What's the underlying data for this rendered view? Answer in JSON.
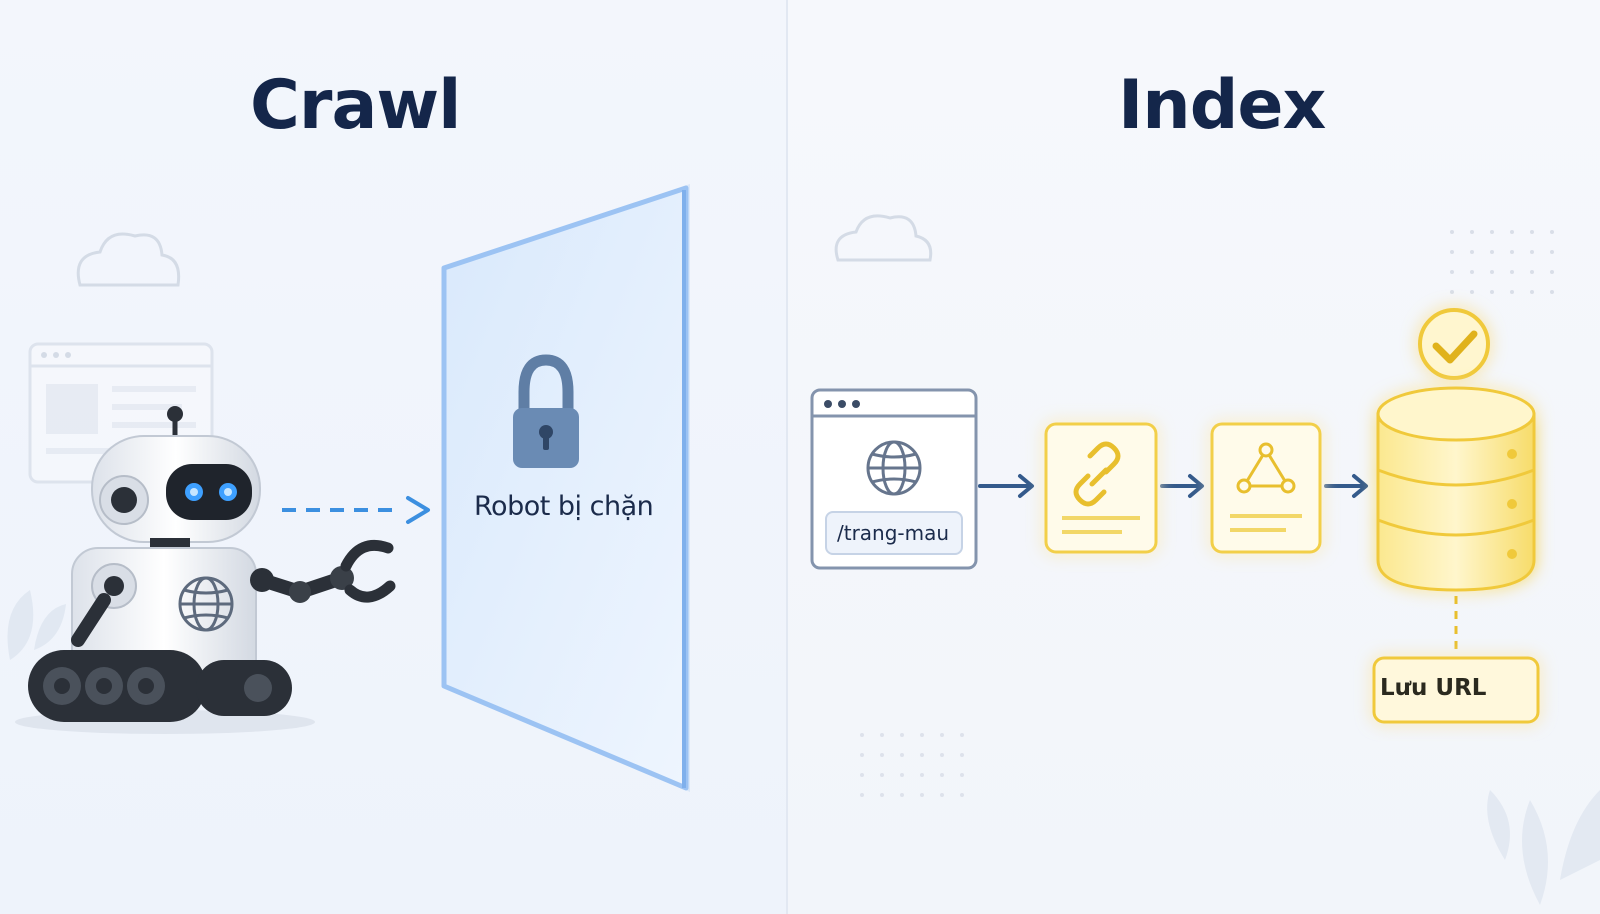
{
  "crawl": {
    "title": "Crawl",
    "blocked_label": "Robot bị chặn"
  },
  "index": {
    "title": "Index",
    "url_path": "/trang-mau",
    "store_label": "Lưu URL"
  },
  "colors": {
    "navy": "#14264a",
    "wall_blue": "#9cc3f3",
    "arrow_blue": "#3c8fe0",
    "gold": "#f2cf48",
    "gold_light": "#fff3c4",
    "robot_dark": "#2b3038"
  }
}
